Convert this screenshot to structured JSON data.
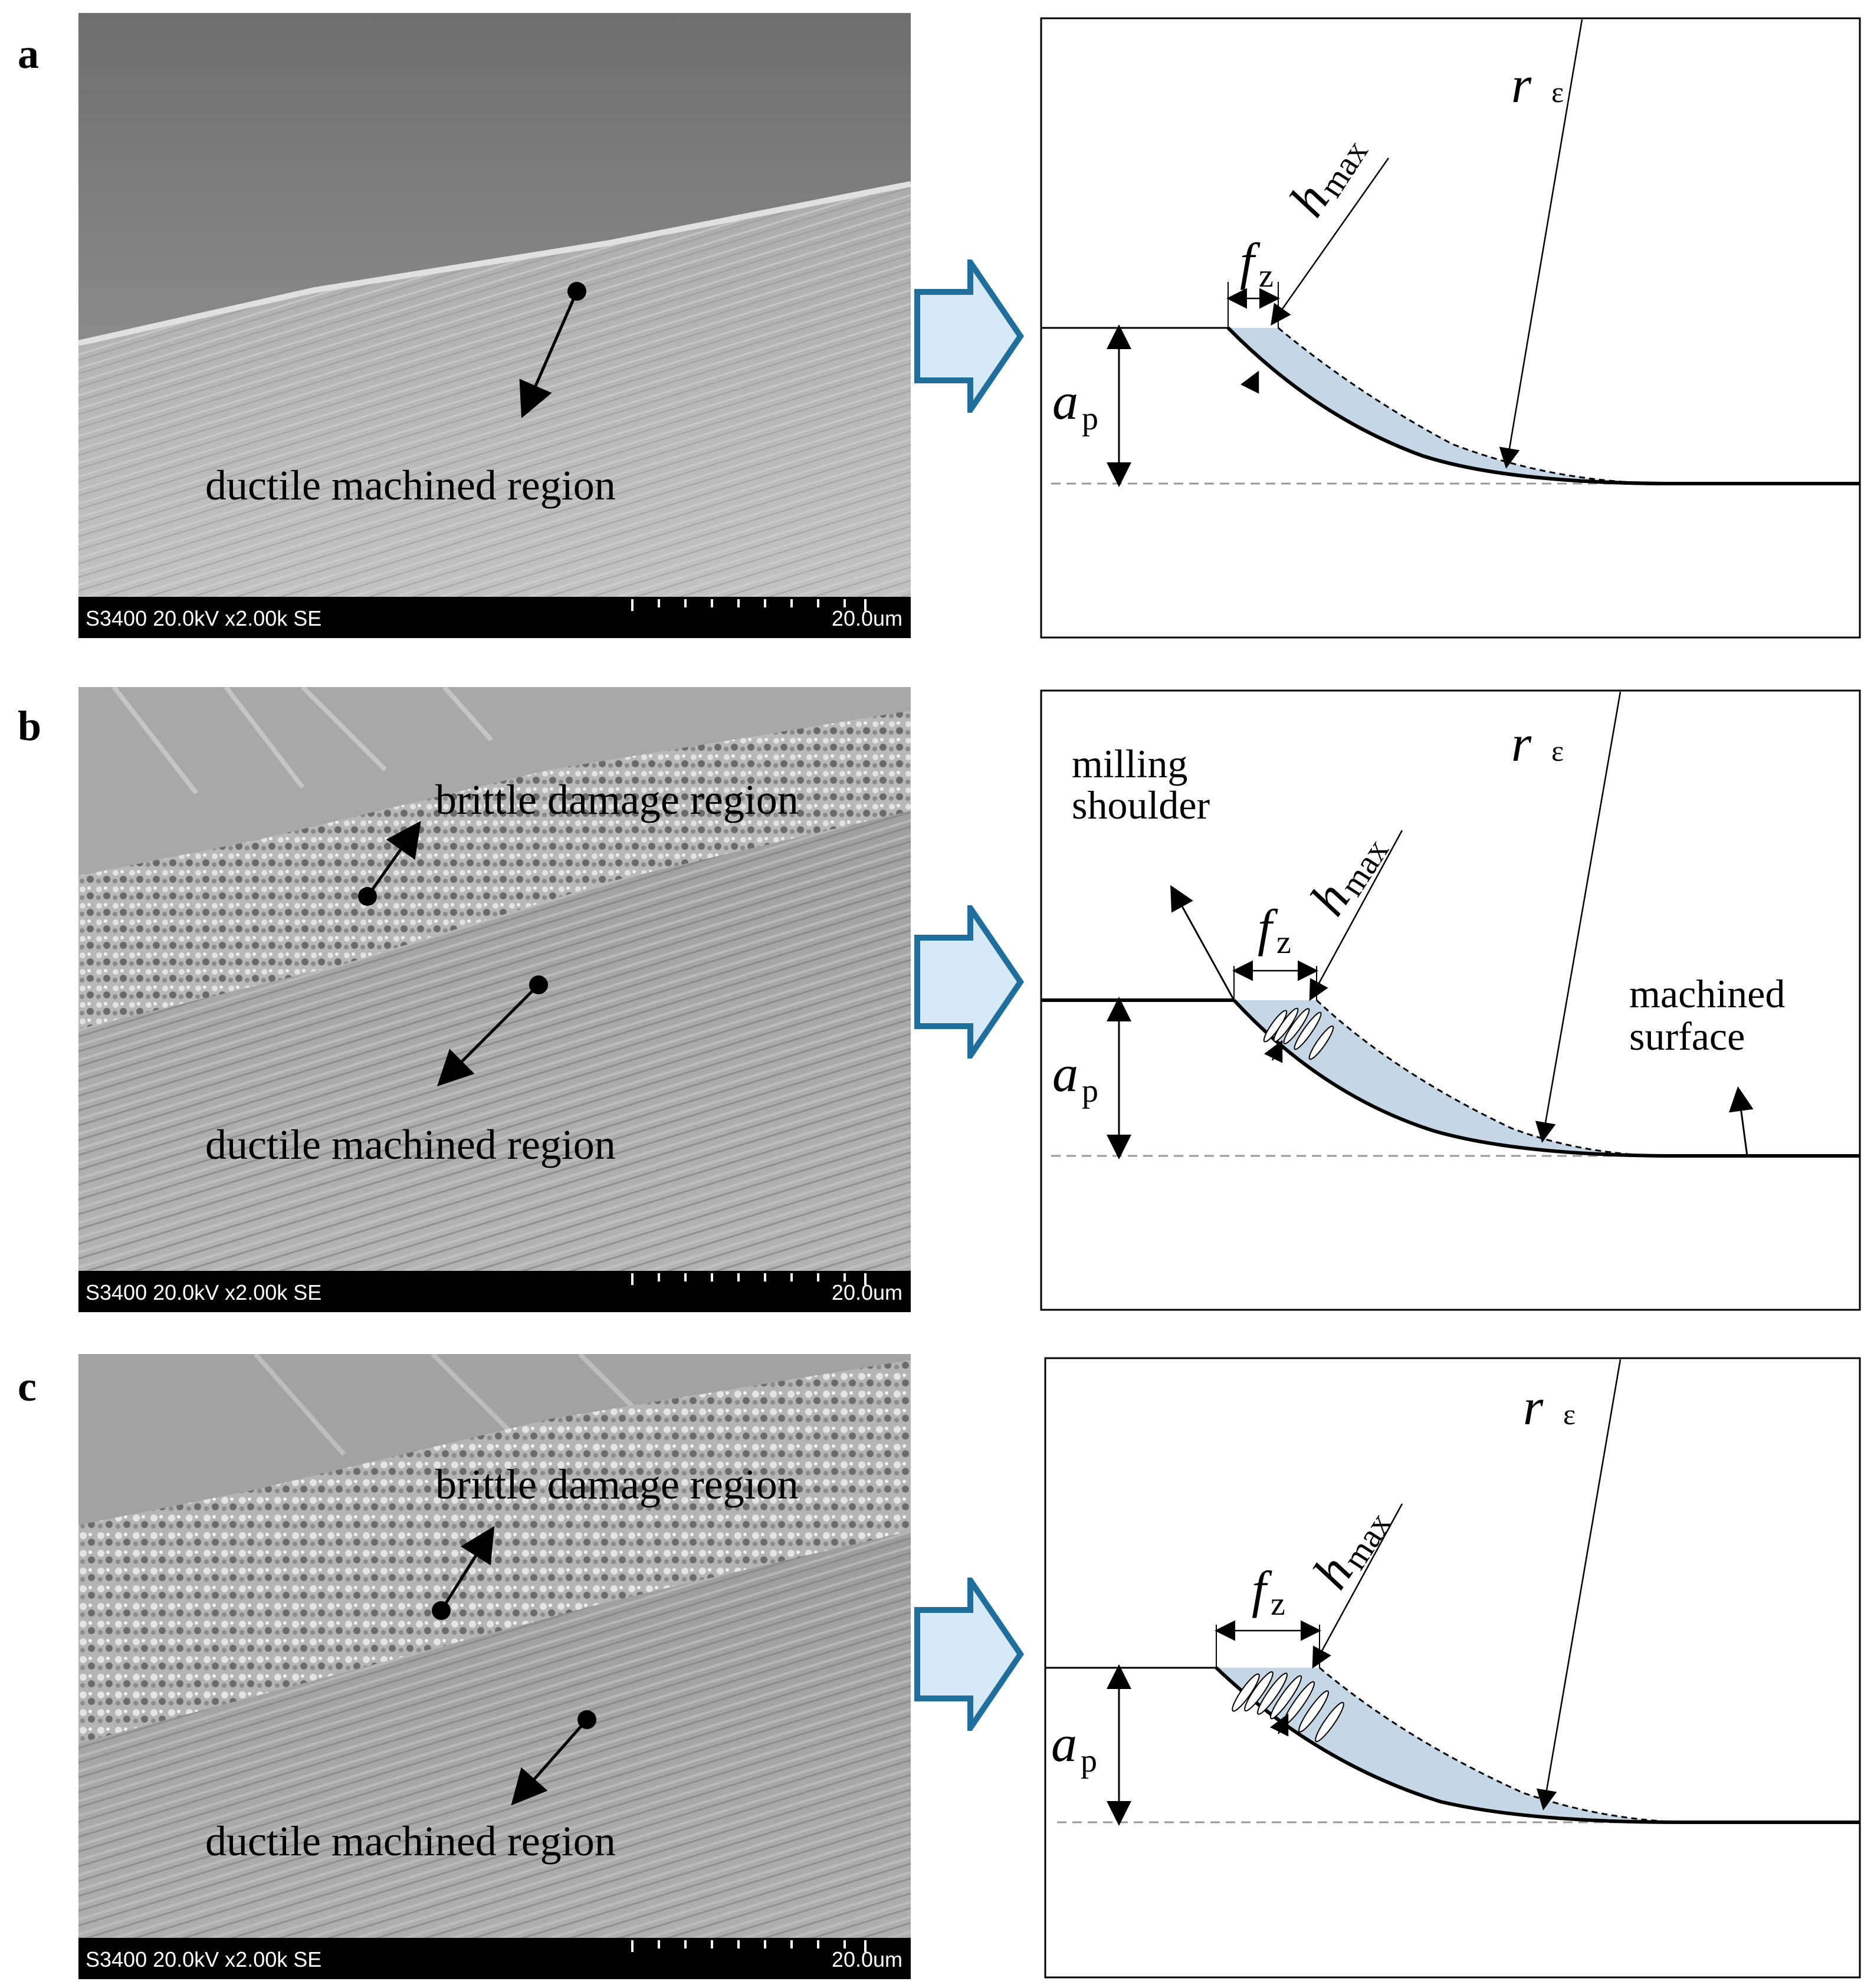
{
  "panels": [
    {
      "letter": "a",
      "sem": {
        "info": "S3400 20.0kV x2.00k SE",
        "scale": "20.0um",
        "labels": {
          "ductile": "ductile machined region"
        }
      },
      "diagram": {
        "r": "r",
        "eps": "ε",
        "h": "h",
        "max": "max",
        "f": "f",
        "z": "z",
        "a": "a",
        "p": "p"
      }
    },
    {
      "letter": "b",
      "sem": {
        "info": "S3400 20.0kV x2.00k SE",
        "scale": "20.0um",
        "labels": {
          "brittle": "brittle damage region",
          "ductile": "ductile machined region"
        }
      },
      "diagram": {
        "r": "r",
        "eps": "ε",
        "h": "h",
        "max": "max",
        "f": "f",
        "z": "z",
        "a": "a",
        "p": "p",
        "milling_line1": "milling",
        "milling_line2": "shoulder",
        "machined_line1": "machined",
        "machined_line2": "surface"
      }
    },
    {
      "letter": "c",
      "sem": {
        "info": "S3400 20.0kV x2.00k SE",
        "scale": "20.0um",
        "labels": {
          "brittle": "brittle damage region",
          "ductile": "ductile machined region"
        }
      },
      "diagram": {
        "r": "r",
        "eps": "ε",
        "h": "h",
        "max": "max",
        "f": "f",
        "z": "z",
        "a": "a",
        "p": "p"
      }
    }
  ],
  "colors": {
    "chip_fill": "#c5d7e6",
    "arrow_fill": "#d6e9f6",
    "arrow_stroke": "#1f6e9c"
  }
}
